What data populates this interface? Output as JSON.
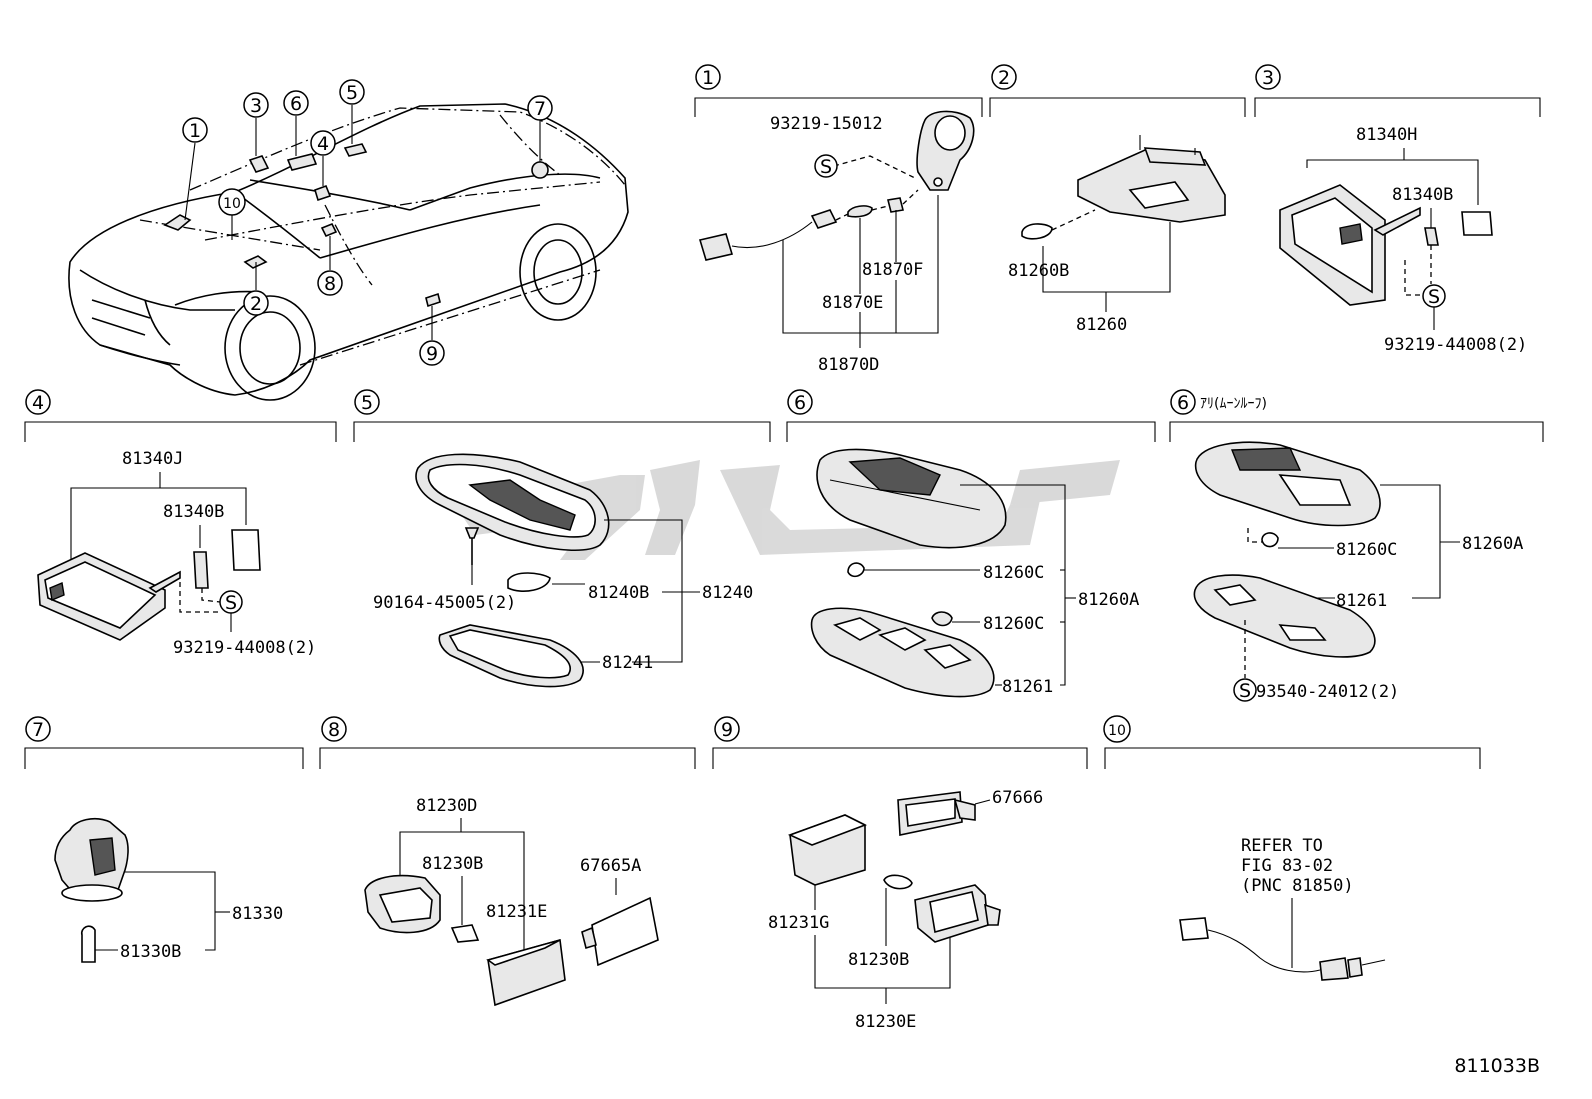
{
  "sections": [
    {
      "num": "1"
    },
    {
      "num": "2"
    },
    {
      "num": "3"
    },
    {
      "num": "4"
    },
    {
      "num": "5"
    },
    {
      "num": "6"
    },
    {
      "num": "6",
      "note": "ｱﾘ(ﾑｰﾝﾙｰﾌ)"
    },
    {
      "num": "7"
    },
    {
      "num": "8"
    },
    {
      "num": "9"
    },
    {
      "num": "10"
    }
  ],
  "car_callouts": [
    "1",
    "2",
    "3",
    "4",
    "5",
    "6",
    "7",
    "8",
    "9",
    "10"
  ],
  "parts": {
    "s1": [
      "93219-15012",
      "81870F",
      "81870E",
      "81870D"
    ],
    "s2": [
      "81260B",
      "81260"
    ],
    "s3": [
      "81340H",
      "81340B",
      "93219-44008(2)"
    ],
    "s4": [
      "81340J",
      "81340B",
      "93219-44008(2)"
    ],
    "s5": [
      "90164-45005(2)",
      "81240B",
      "81240",
      "81241"
    ],
    "s6": [
      "81260C",
      "81260C",
      "81260A",
      "81261"
    ],
    "s6b": [
      "81260C",
      "81260A",
      "81261",
      "93540-24012(2)"
    ],
    "s7": [
      "81330",
      "81330B"
    ],
    "s8": [
      "81230D",
      "81230B",
      "81231E",
      "67665A"
    ],
    "s9": [
      "67666",
      "81231G",
      "81230B",
      "81230E"
    ],
    "s10": [
      "REFER TO",
      "FIG 83-02",
      "(PNC 81850)"
    ]
  },
  "screw_symbol": "S",
  "figure_id": "811033B"
}
